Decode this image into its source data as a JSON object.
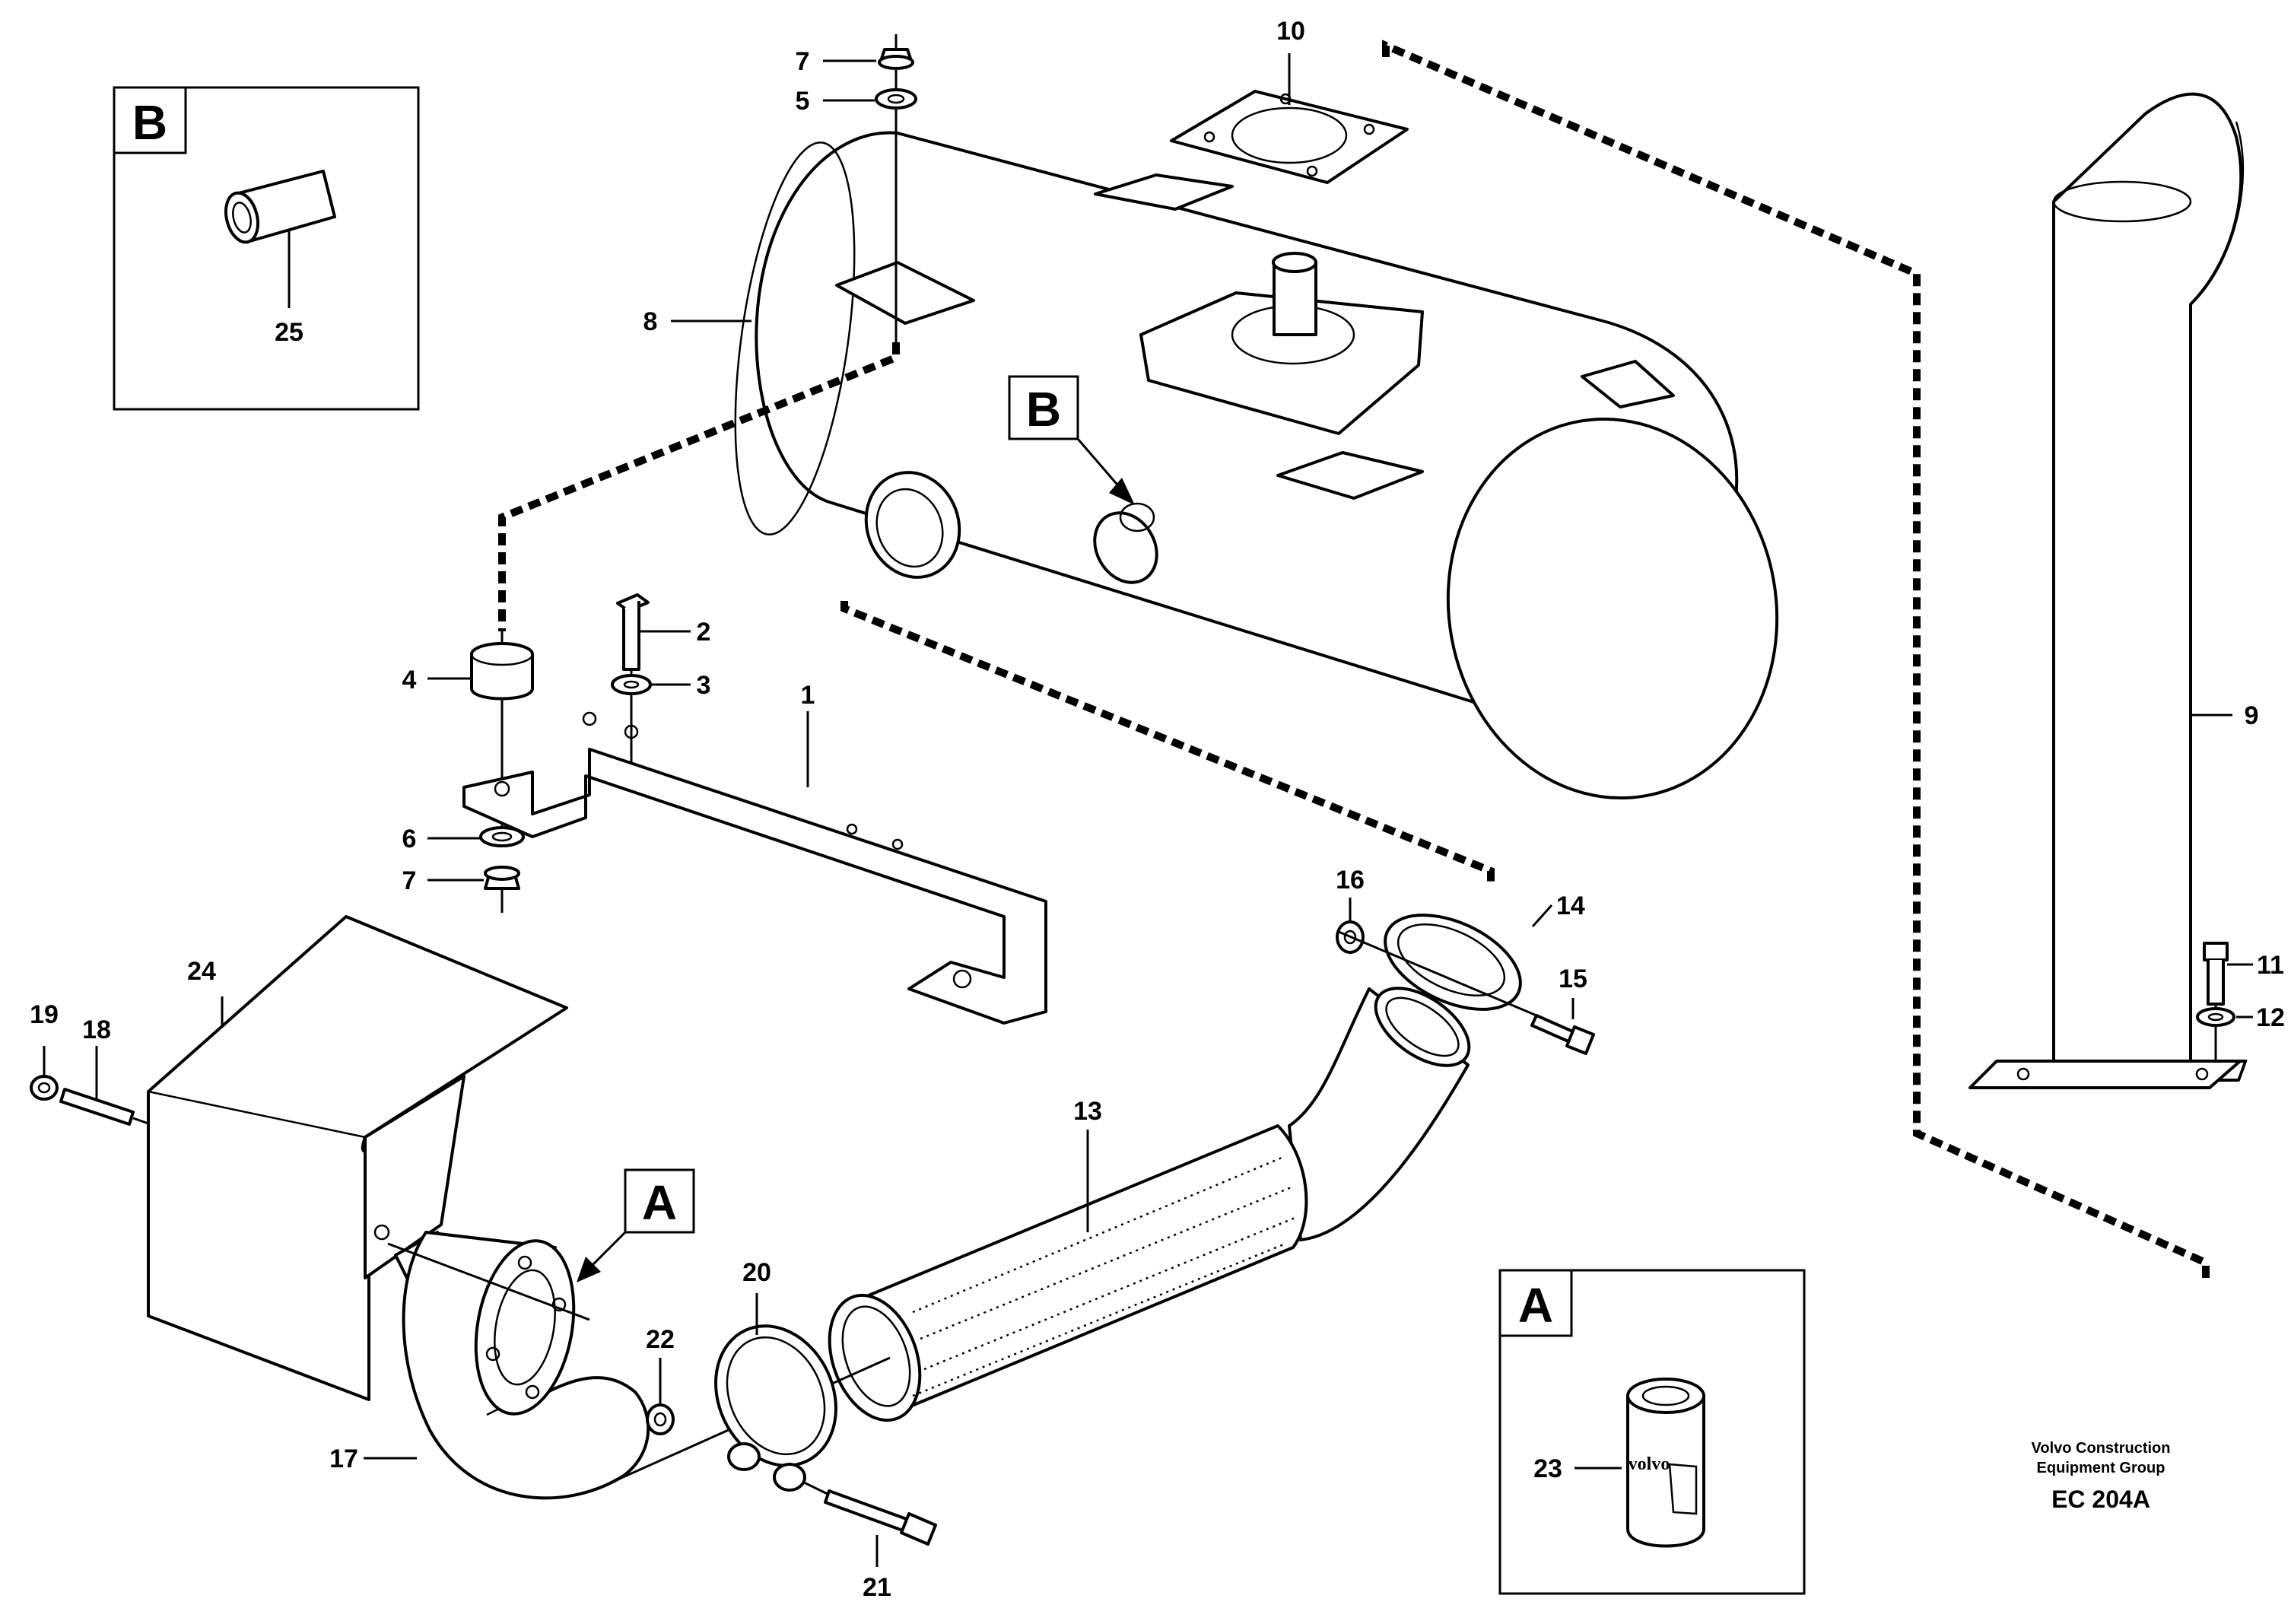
{
  "callouts": {
    "c1": "1",
    "c2": "2",
    "c3": "3",
    "c4": "4",
    "c5": "5",
    "c6": "6",
    "c7a": "7",
    "c7b": "7",
    "c8": "8",
    "c9": "9",
    "c10": "10",
    "c11": "11",
    "c12": "12",
    "c13": "13",
    "c14": "14",
    "c15": "15",
    "c16": "16",
    "c17": "17",
    "c18": "18",
    "c19": "19",
    "c20": "20",
    "c21": "21",
    "c22": "22",
    "c23": "23",
    "c24": "24",
    "c25": "25"
  },
  "detail_labels": {
    "box_b": "B",
    "box_a": "A",
    "ref_b": "B",
    "ref_a": "A"
  },
  "footer": {
    "company_line1": "Volvo Construction",
    "company_line2": "Equipment Group",
    "code": "EC 204A"
  },
  "filter_brand": "volvo"
}
